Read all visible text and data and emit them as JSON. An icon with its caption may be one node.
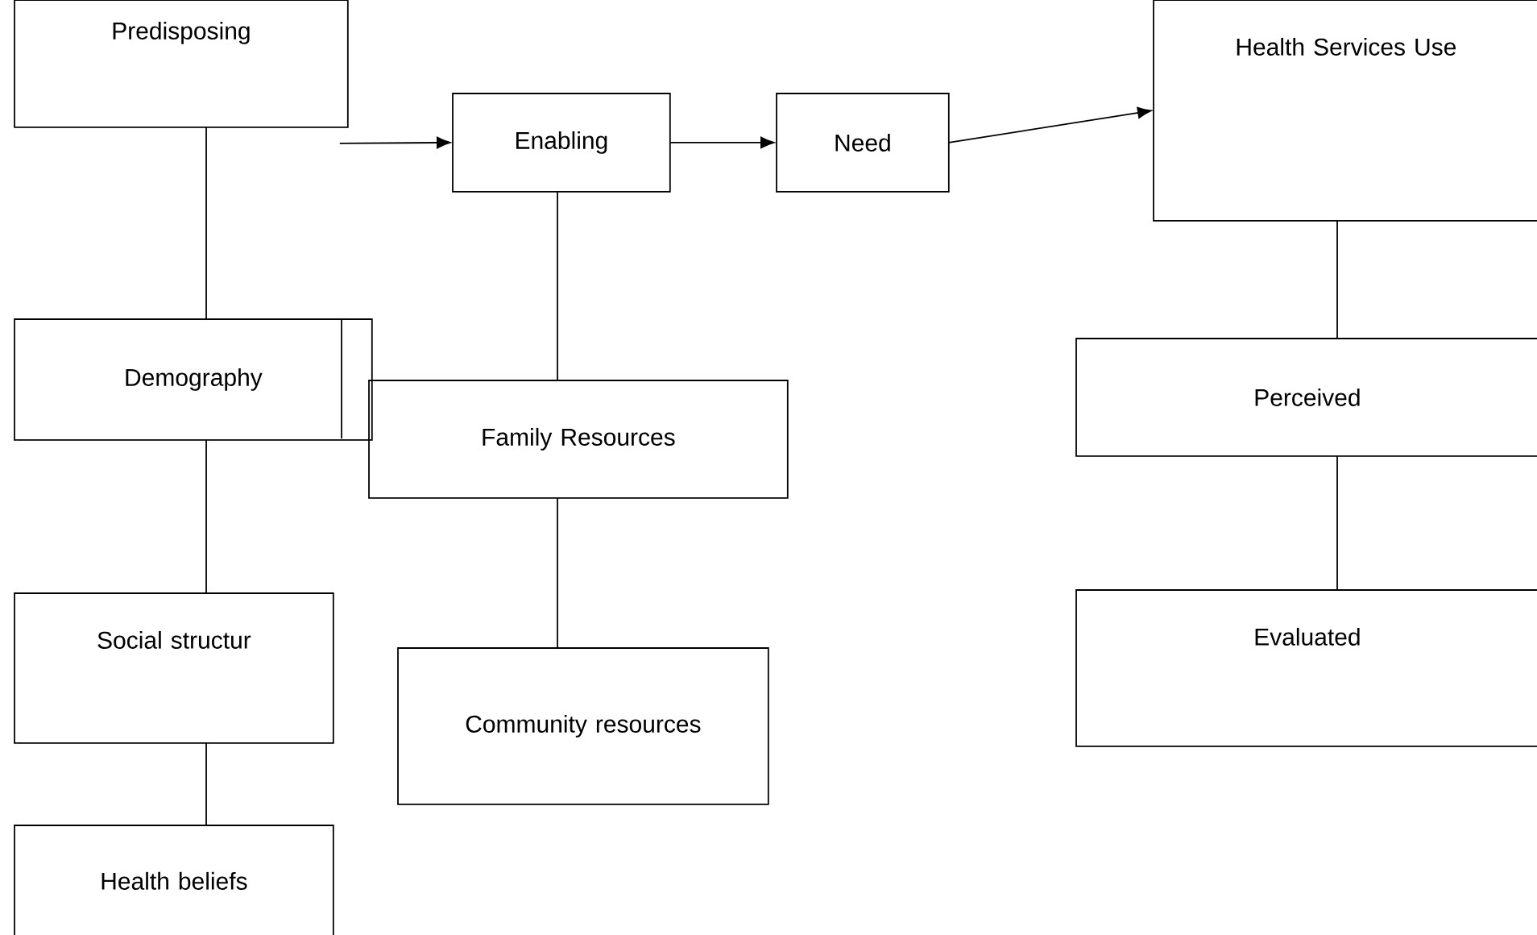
{
  "diagram": {
    "nodes": [
      {
        "text": [
          "Predisposing"
        ]
      },
      {
        "text": [
          "Enabling"
        ]
      },
      {
        "text": [
          "Need"
        ]
      },
      {
        "text": [
          "Health Services Use"
        ]
      },
      {
        "text": [
          "Demography"
        ]
      },
      {
        "text": [
          "Family Resources"
        ]
      },
      {
        "text": [
          "Perceived"
        ]
      },
      {
        "text": [
          "Social structur"
        ]
      },
      {
        "text": [
          "Community resources"
        ]
      },
      {
        "text": [
          "Evaluated"
        ]
      },
      {
        "text": [
          "Health beliefs"
        ]
      }
    ],
    "edges": [
      {
        "from": 0,
        "to": 1,
        "arrow": "to"
      },
      {
        "from": 1,
        "to": 2,
        "arrow": "to"
      },
      {
        "from": 2,
        "to": 3,
        "arrow": "to"
      },
      {
        "from": 0,
        "to": 4,
        "arrow": "none"
      },
      {
        "from": 4,
        "to": 7,
        "arrow": "none"
      },
      {
        "from": 7,
        "to": 10,
        "arrow": "none"
      },
      {
        "from": 1,
        "to": 5,
        "arrow": "none"
      },
      {
        "from": 5,
        "to": 8,
        "arrow": "none"
      },
      {
        "from": 3,
        "to": 6,
        "arrow": "none"
      },
      {
        "from": 6,
        "to": 9,
        "arrow": "none"
      }
    ]
  }
}
